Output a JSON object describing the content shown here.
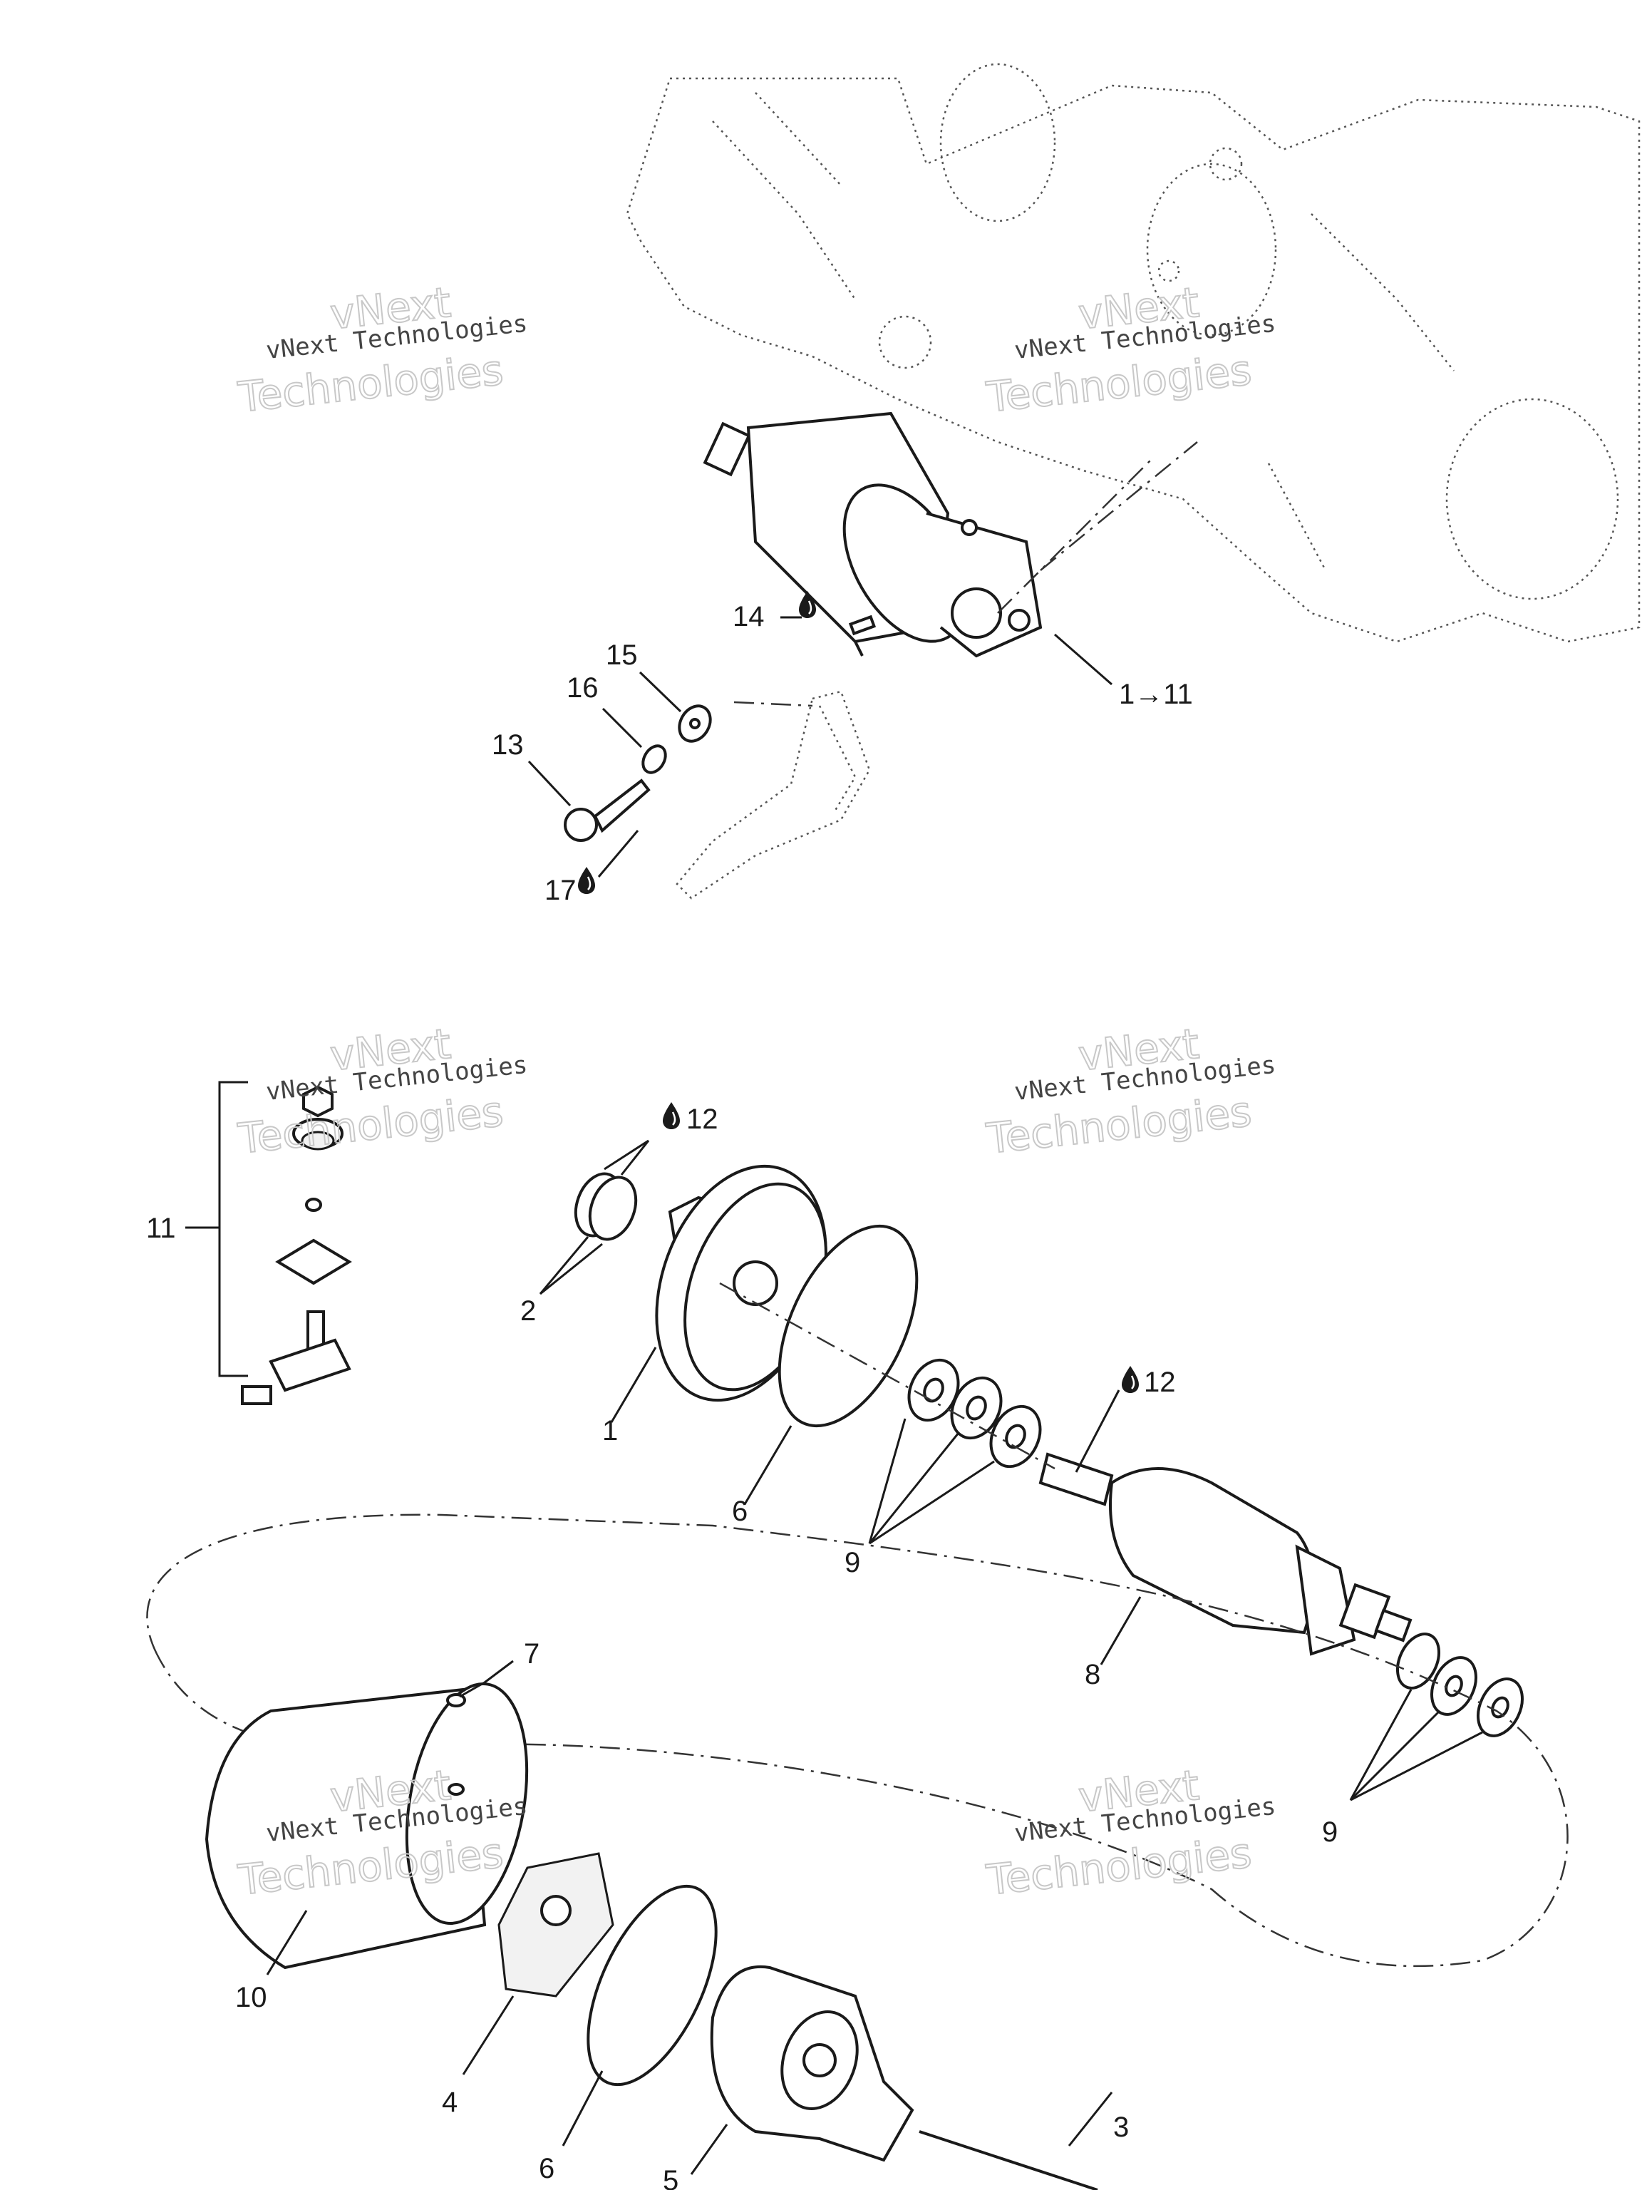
{
  "callouts": {
    "c1_11": "1→11",
    "c13": "13",
    "c14": "14",
    "c15": "15",
    "c16": "16",
    "c17": "17",
    "c11": "11",
    "c12a": "12",
    "c12b": "12",
    "c2": "2",
    "c1": "1",
    "c6a": "6",
    "c9a": "9",
    "c8": "8",
    "c7": "7",
    "c9b": "9",
    "c10": "10",
    "c4": "4",
    "c6b": "6",
    "c3": "3",
    "c5": "5"
  },
  "watermark": {
    "line1": "vNext Technologies",
    "line2": "vNext",
    "line3": "Technologies"
  },
  "icons": {
    "drop": "drop-icon",
    "arrow": "arrow-right-icon"
  },
  "colors": {
    "ink": "#1a1a1a",
    "watermark_outline": "#c8c8c8"
  }
}
